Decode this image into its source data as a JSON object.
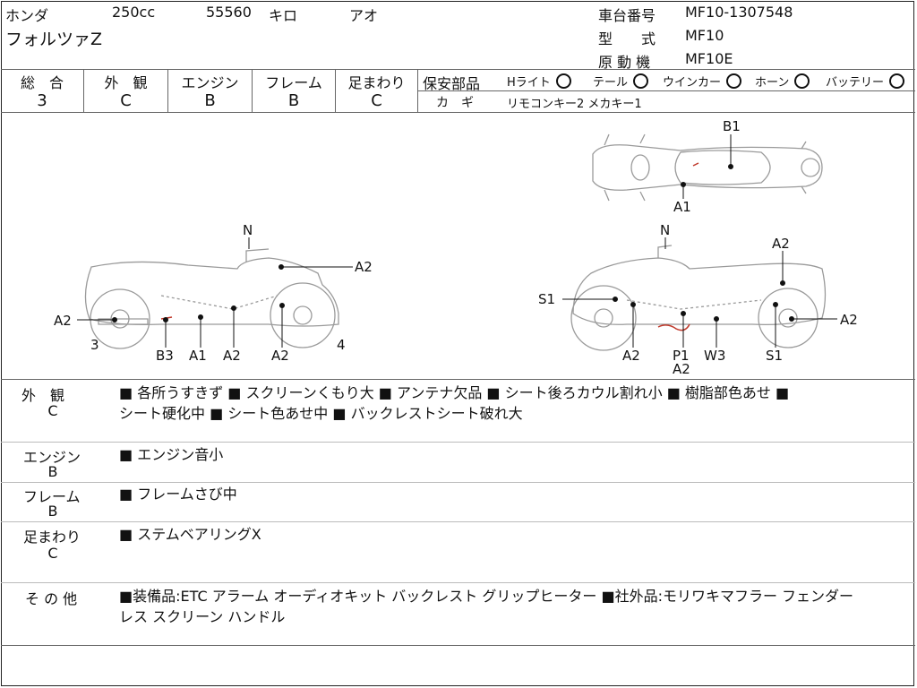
{
  "header": {
    "maker": "ホンダ",
    "cc": "250cc",
    "mileage": "55560",
    "unit": "キロ",
    "color": "アオ",
    "model": "フォルツァZ",
    "frame_label": "車台番号",
    "frame_no": "MF10-1307548",
    "type_label": "型　　式",
    "type_no": "MF10",
    "engine_label": "原 動 機",
    "engine_no": "MF10E"
  },
  "grades": {
    "overall_label": "総　合",
    "overall": "3",
    "exterior_label": "外　観",
    "exterior": "C",
    "engine_label": "エンジン",
    "engine": "B",
    "frame_label": "フレーム",
    "frame": "B",
    "suspension_label": "足まわり",
    "suspension": "C"
  },
  "safety": {
    "label": "保安部品",
    "items": [
      "Hライト",
      "テール",
      "ウインカー",
      "ホーン",
      "バッテリー"
    ],
    "key_label": "カ　ギ",
    "keys": "リモコンキー2 メカキー1"
  },
  "diagram": {
    "top": [
      "B1",
      "A1"
    ],
    "left": [
      "N",
      "A2",
      "A2",
      "3",
      "B3",
      "A1",
      "A2",
      "A2",
      "4"
    ],
    "right": [
      "N",
      "A2",
      "S1",
      "A2",
      "A2",
      "P1",
      "A2",
      "W3",
      "S1"
    ]
  },
  "remarks": [
    {
      "label": "外　観",
      "grade": "C",
      "lines": [
        "■ 各所うすきず ■ スクリーンくもり大 ■ アンテナ欠品 ■ シート後ろカウル割れ小 ■ 樹脂部色あせ ■",
        "シート硬化中 ■ シート色あせ中 ■ バックレストシート破れ大"
      ]
    },
    {
      "label": "エンジン",
      "grade": "B",
      "lines": [
        "■ エンジン音小"
      ]
    },
    {
      "label": "フレーム",
      "grade": "B",
      "lines": [
        "■ フレームさび中"
      ]
    },
    {
      "label": "足まわり",
      "grade": "C",
      "lines": [
        "■ ステムベアリングX"
      ]
    },
    {
      "label": "そ の 他",
      "grade": "",
      "lines": [
        "■装備品:ETC アラーム オーディオキット バックレスト グリップヒーター ■社外品:モリワキマフラー フェンダー",
        "レス スクリーン ハンドル"
      ]
    }
  ]
}
